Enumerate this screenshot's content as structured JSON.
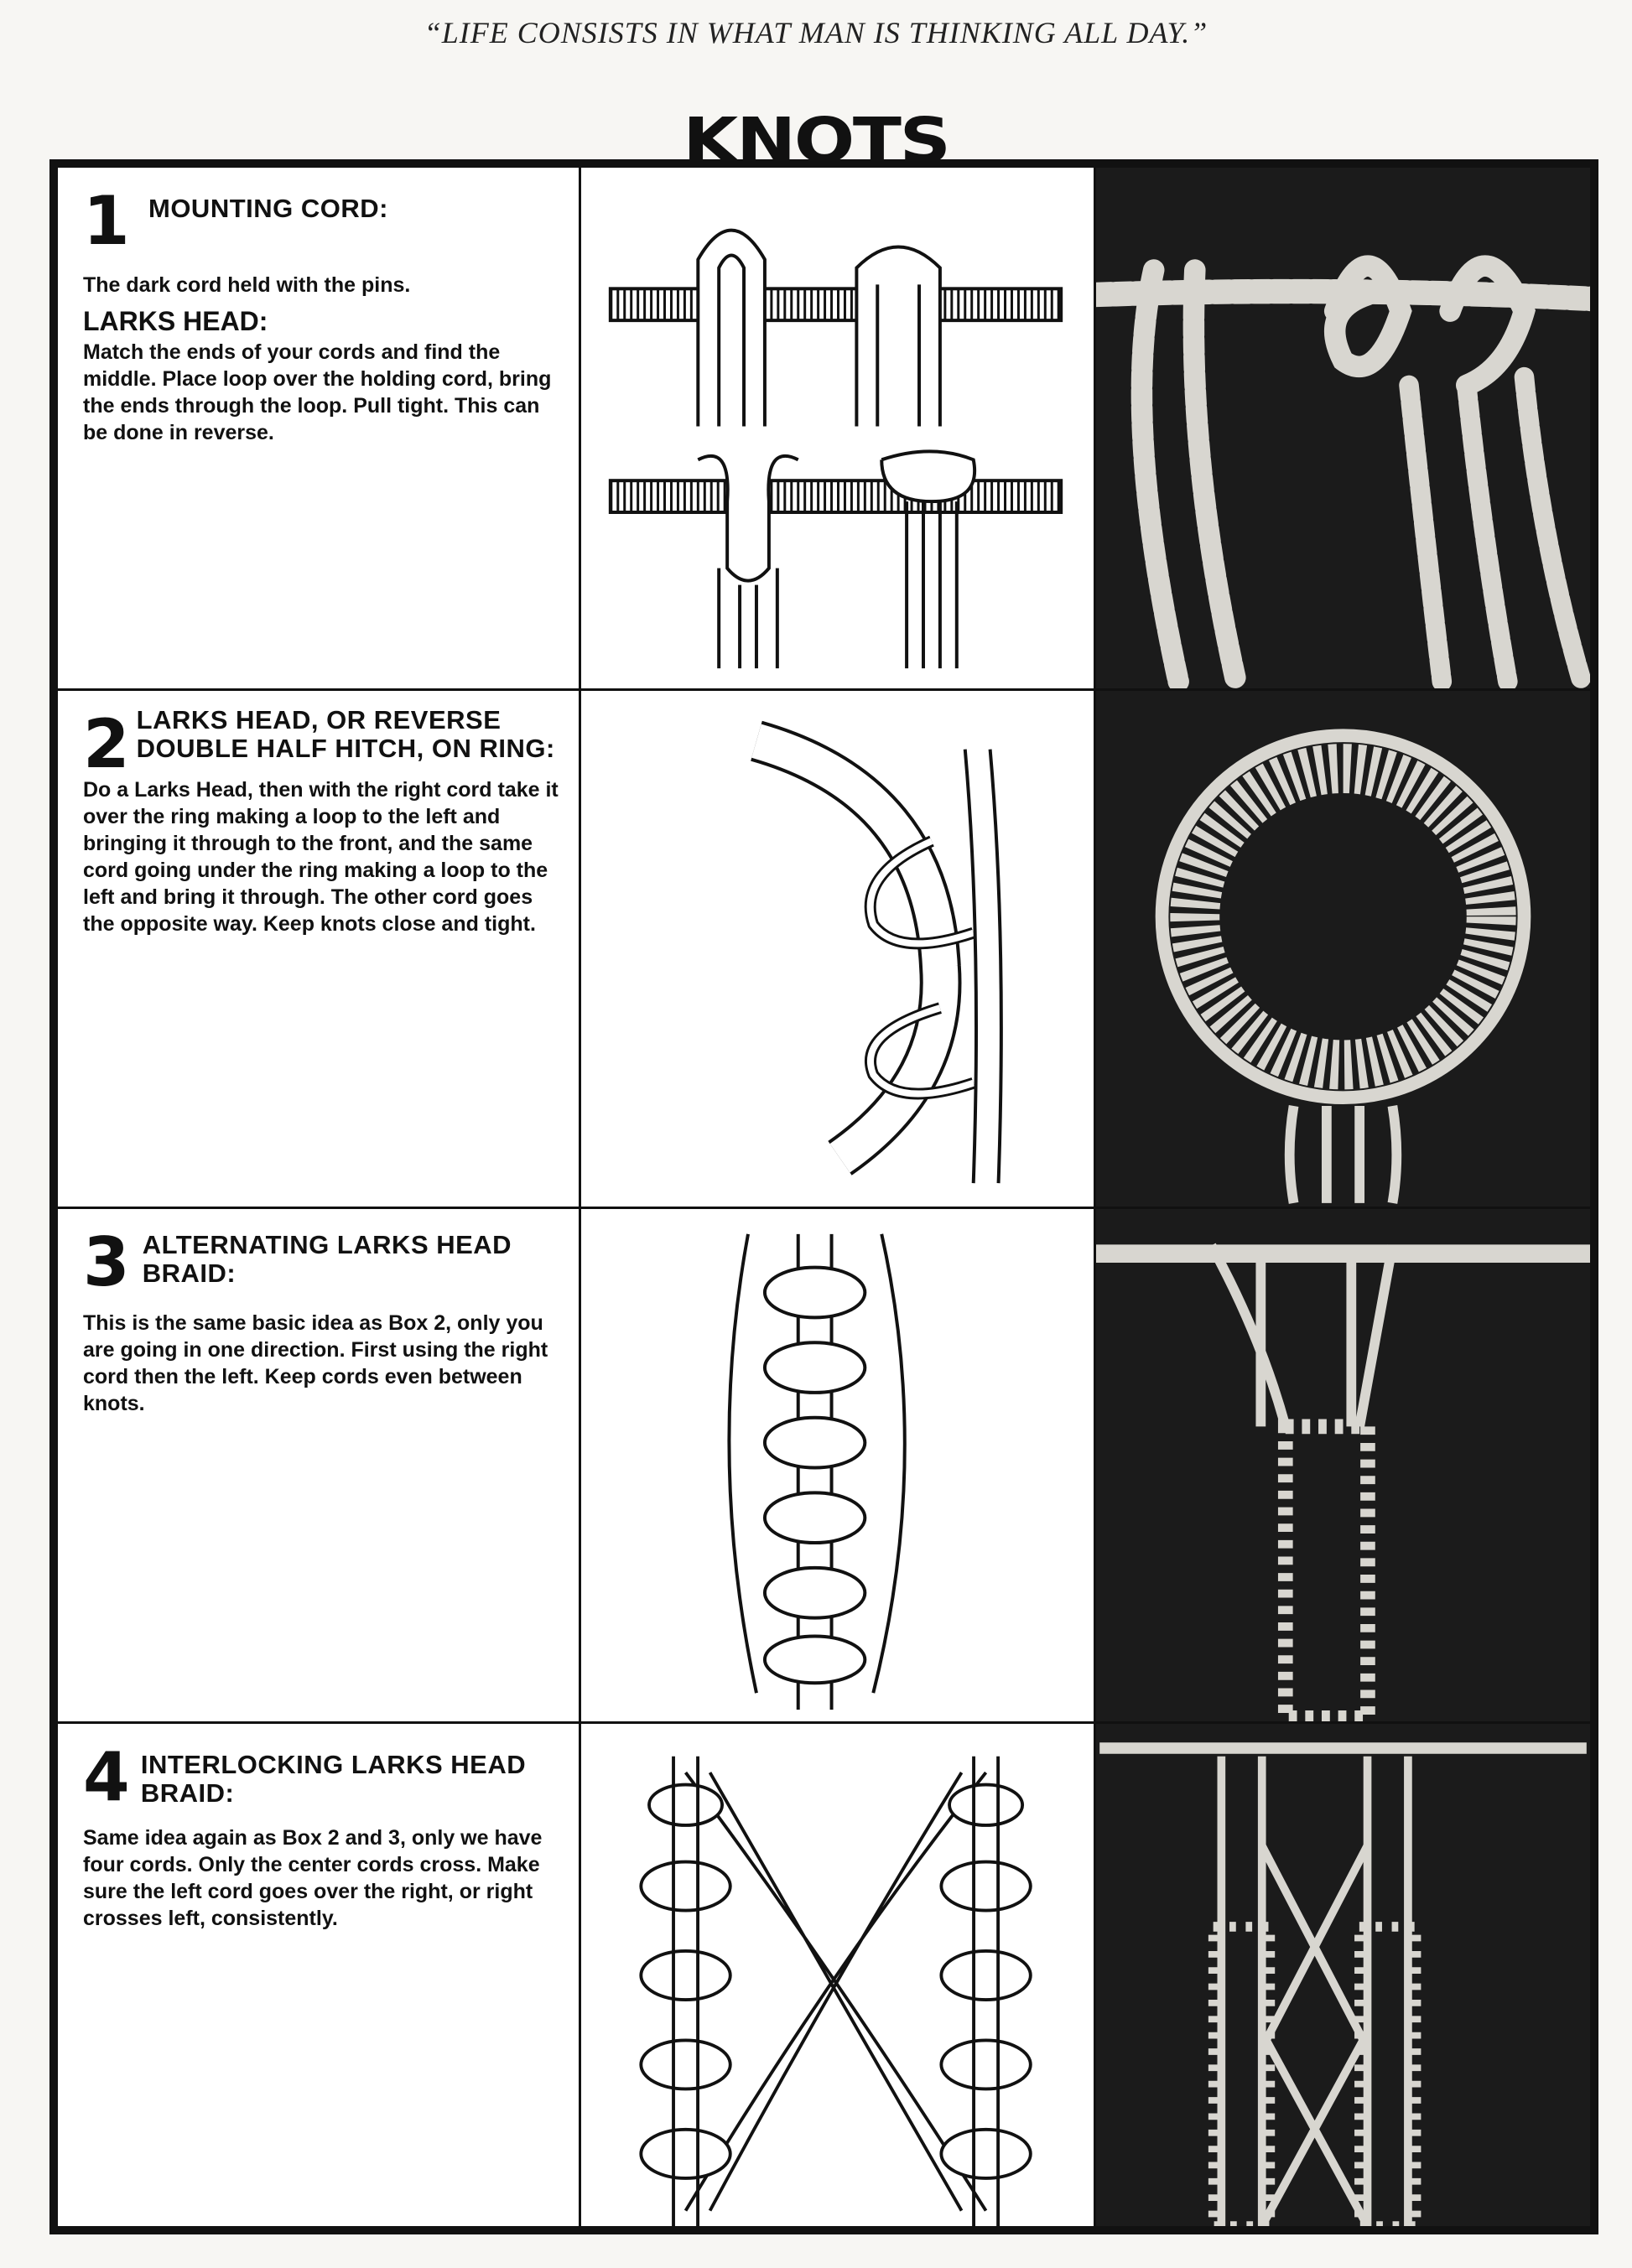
{
  "quote": "“LIFE CONSISTS IN WHAT MAN IS THINKING ALL DAY.”",
  "title": "KNOTS",
  "boxes": [
    {
      "number": "1",
      "title": "MOUNTING CORD:",
      "intro": "The dark cord held with the pins.",
      "subtitle": "LARKS HEAD:",
      "text": "Match the ends of your cords and find the middle. Place loop over the holding cord, bring the ends through the loop. Pull tight. This can be done in reverse."
    },
    {
      "number": "2",
      "title": "LARKS HEAD, OR REVERSE DOUBLE HALF HITCH, ON RING:",
      "text": "Do a Larks Head, then with the right cord take it over the ring making a loop to the left and bringing it through to the front, and the same cord going under the ring making a loop to the left and bring it through. The other cord goes the opposite way. Keep knots close and tight."
    },
    {
      "number": "3",
      "title": "ALTERNATING LARKS HEAD BRAID:",
      "text": "This is the same basic idea as Box 2, only you are going in one direction. First using the right cord then the left. Keep cords even between knots."
    },
    {
      "number": "4",
      "title": "INTERLOCKING LARKS HEAD BRAID:",
      "text": "Same idea again as Box 2 and 3, only we have four cords. Only the center cords cross. Make sure the left cord goes over the right, or right crosses left, consistently."
    }
  ],
  "colors": {
    "ink": "#111111",
    "paper": "#f7f6f3",
    "photo_bg": "#1b1b1b",
    "cord": "#d8d6d0"
  }
}
